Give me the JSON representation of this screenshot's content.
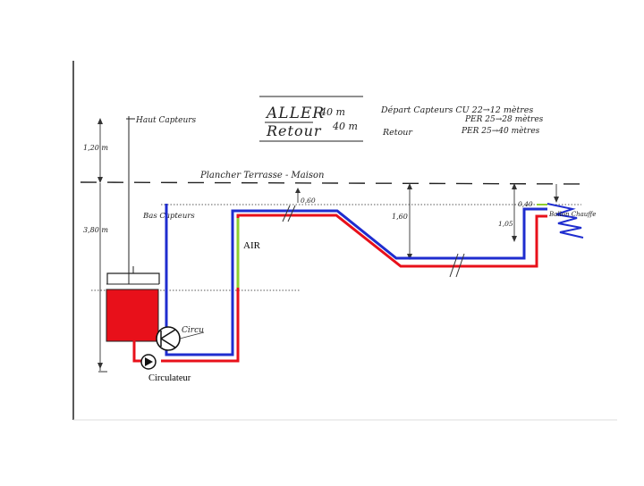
{
  "title": {
    "aller_label": "ALLER",
    "aller_length": "40 m",
    "aller_desc": "Départ Capteurs CU 22→12 mètres",
    "aller_desc2": "PER 25→28 mètres",
    "retour_label": "Retour",
    "retour_length": "40 m",
    "retour_desc": "Retour",
    "retour_desc2": "PER 25→40 mètres"
  },
  "labels": {
    "haut_capteurs": "Haut Capteurs",
    "bas_capteurs": "Bas Capteurs",
    "plancher": "Plancher Terrasse - Maison",
    "circu": "Circu",
    "circulateur": "Circulateur",
    "air": "AIR",
    "ballon": "Ballon Chauffe"
  },
  "dimensions": {
    "d_120": "1,20 m",
    "d_380": "3,80 m",
    "d_060": "0,60",
    "d_160": "1,60",
    "d_040": "0,40",
    "d_105": "1,05"
  },
  "colors": {
    "hot_pipe": "#e8101a",
    "cold_pipe": "#1f2dcf",
    "air_pipe": "#8fce2e",
    "tank": "#e8101a",
    "pencil": "#333333"
  }
}
